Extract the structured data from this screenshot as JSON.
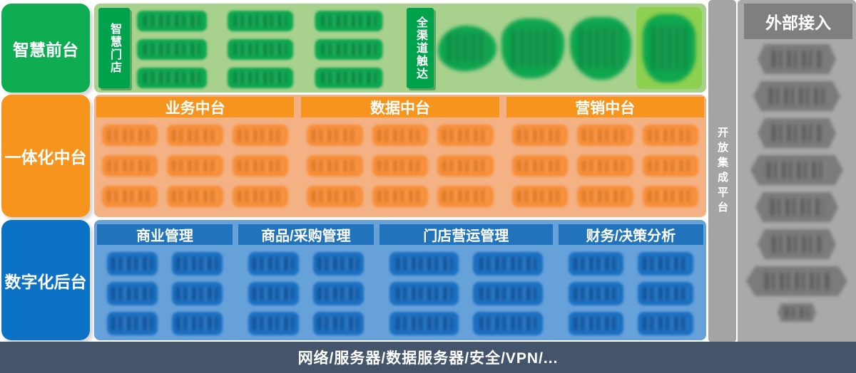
{
  "rows": [
    {
      "id": "front",
      "label": "智慧前台"
    },
    {
      "id": "middle",
      "label": "一体化中台"
    },
    {
      "id": "back",
      "label": "数字化后台"
    }
  ],
  "front": {
    "store_label": "智慧门店",
    "omni_label": "全渠道触达",
    "store_pills": 9,
    "omni_blobs": 4
  },
  "middle": {
    "columns": [
      {
        "label": "业务中台",
        "pills": 9
      },
      {
        "label": "数据中台",
        "pills": 9
      },
      {
        "label": "营销中台",
        "pills": 9
      }
    ]
  },
  "back": {
    "columns": [
      {
        "label": "商业管理",
        "pills": 6
      },
      {
        "label": "商品/采购管理",
        "pills": 6
      },
      {
        "label": "门店营运管理",
        "pills": 6
      },
      {
        "label": "财务/决策分析",
        "pills": 6
      }
    ]
  },
  "open_platform_label": "开放集成平台",
  "external": {
    "title": "外部接入",
    "items": 8
  },
  "infra_bar": "网络/服务器/数据服务器/安全/VPN/...",
  "colors": {
    "front_green": "#0ead52",
    "front_bg": "#a9d18e",
    "front_label_box": "#00a24b",
    "front_pill": "#0ea750",
    "highlight_green": "#8ed050",
    "mid_orange": "#f7941e",
    "mid_bg": "#f4b183",
    "mid_pill": "#f78f3a",
    "back_blue": "#0b72c5",
    "back_bg": "#67a1da",
    "back_header": "#2173bb",
    "back_pill": "#1c70c1",
    "strip_gray": "#a4a4a4",
    "external_bg": "#a9a9a9",
    "external_header": "#7f7f7f",
    "external_item": "#7b7b7b",
    "infra_bar": "#44546a"
  }
}
